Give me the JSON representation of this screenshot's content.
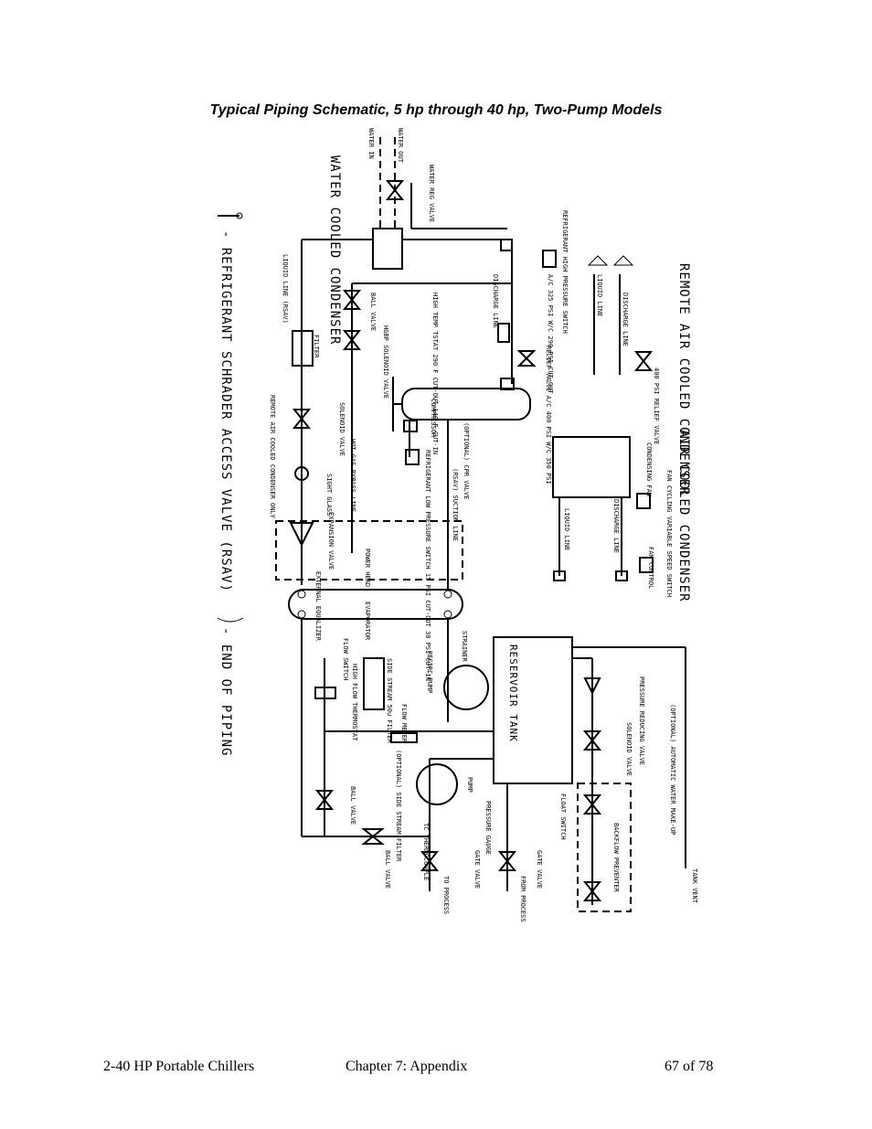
{
  "title": "Typical Piping Schematic, 5 hp through 40 hp, Two-Pump Models",
  "footer": {
    "left": "2-40 HP Portable Chillers",
    "center": "Chapter 7: Appendix",
    "right": "67 of 78"
  },
  "legend": {
    "schrader": "- REFRIGERANT SCHRADER ACCESS VALVE (RSAV)",
    "end_of_piping": "- END OF PIPING"
  },
  "labels": {
    "water_cooled_condenser": "WATER COOLED CONDENSER",
    "water_out": "WATER OUT",
    "water_in": "WATER IN",
    "water_reg_valve": "WATER REG VALVE",
    "high_pressure_switch": "REFRIGERANT HIGH PRESSURE SWITCH",
    "hps_settings": "A/C 325 PSI W/C 290 PSI CUT-OUT",
    "relief_valve": "RELIEF VALVE A/C 400 PSI W/C 350 PSI",
    "hi_temp_tstat": "HIGH TEMP TSTAT 290 F CUT-OUT 140 F CUT-IN",
    "discharge_line": "DISCHARGE LINE",
    "liquid_line_rsav": "LIQUID LINE (RSAV)",
    "ball_valve": "BALL VALVE",
    "hgbp_solenoid": "HGBP SOLENOID VALVE",
    "filter": "FILTER",
    "solenoid_valve": "SOLENOID VALVE",
    "remote_air_only": "REMOTE AIR COOLED CONDENSER ONLY",
    "sight_glass": "SIGHT GLASS",
    "hot_gas_bypass": "HOT GAS BYPASS LINE",
    "expansion_valve": "EXPANSION VALVE",
    "power_head": "POWER HEAD",
    "external_equalizer": "EXTERNAL EQUALIZER",
    "compressor": "COMPRESSOR",
    "optional_cpr": "(OPTIONAL) CPR VALVE",
    "low_pressure_switch": "REFRIGERANT LOW PRESSURE SWITCH 15 PSI CUT-OUT 30 PSI CUT-IN",
    "suction_line": "(RSAV) SUCTION LINE",
    "evaporator": "EVAPORATOR",
    "strainer": "STRAINER",
    "recirc_pump": "RECIRC PUMP",
    "flow_switch": "FLOW SWITCH",
    "side_stream_filter": "SIDE STREAM 50u FILTER",
    "high_flow_thermostat": "HIGH FLOW THERMOSTAT",
    "flow_meter": "FLOW METER",
    "optional_filter": "(OPTIONAL) SIDE STREAM FILTER",
    "pump": "PUMP",
    "pressure_gauge": "PRESSURE GAUGE",
    "thermocouple": "TC THERMOCOUPLE",
    "gate_valve": "GATE VALVE",
    "to_process": "TO PROCESS",
    "from_process": "FROM PROCESS",
    "float_switch": "FLOAT SWITCH",
    "reservoir_tank": "RESERVOIR TANK",
    "pressure_reducing": "PRESSURE REDUCING VALVE",
    "solenoid_valve_2": "SOLENOID VALVE",
    "backflow": "BACKFLOW PREVENTER",
    "auto_makeup": "(OPTIONAL) AUTOMATIC WATER MAKE-UP",
    "tank_vent": "TANK VENT",
    "remote_air_cooled": "REMOTE AIR COOLED CONDENSER",
    "relief_400": "400 PSI RELIEF VALVE",
    "liquid_line": "LIQUID LINE",
    "discharge_line_2": "DISCHARGE LINE",
    "air_cooled_condenser": "AIR COOLED CONDENSER",
    "fan_cycling": "FAN CYCLING VARIABLE SPEED SWITCH",
    "fan_control": "FAN CONTROL",
    "condensing_fan": "CONDENSING FAN",
    "liquid_line_2": "LIQUID LINE",
    "discharge_line_3": "DISCHARGE LINE",
    "bleed_valve": "BALL VALVE",
    "ball_valve_3": "BALL VALVE"
  }
}
